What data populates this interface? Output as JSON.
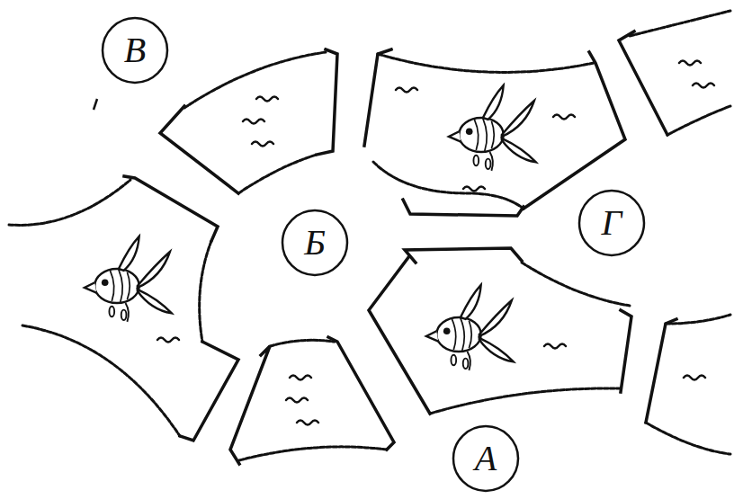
{
  "diagram": {
    "nodes": [
      {
        "text": [
          "В"
        ]
      },
      {
        "text": [
          "Б"
        ]
      },
      {
        "text": [
          "Г"
        ]
      },
      {
        "text": [
          "А"
        ]
      }
    ]
  }
}
